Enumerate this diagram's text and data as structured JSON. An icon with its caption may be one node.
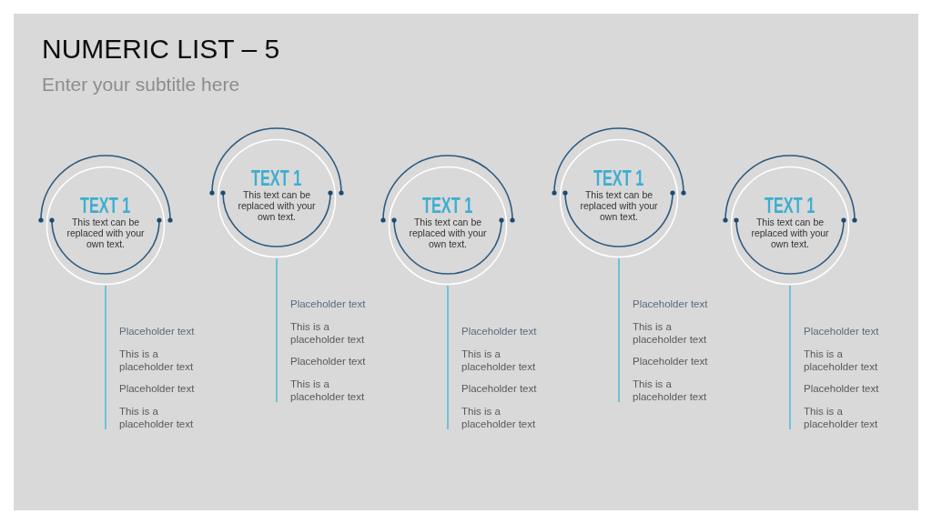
{
  "diagram": {
    "title": "NUMERIC LIST – 5",
    "nodes": [
      {
        "text": [
          "TEXT 1",
          "This text can be replaced with your own text."
        ],
        "beside": [
          "Placeholder text",
          "This is a placeholder text",
          "Placeholder text",
          "This is a placeholder text"
        ]
      },
      {
        "text": [
          "TEXT 1",
          "This text can be replaced with your own text."
        ],
        "beside": [
          "Placeholder text",
          "This is a placeholder text",
          "Placeholder text",
          "This is a placeholder text"
        ]
      },
      {
        "text": [
          "TEXT 1",
          "This text can be replaced with your own text."
        ],
        "beside": [
          "Placeholder text",
          "This is a placeholder text",
          "Placeholder text",
          "This is a placeholder text"
        ]
      },
      {
        "text": [
          "TEXT 1",
          "This text can be replaced with your own text."
        ],
        "beside": [
          "Placeholder text",
          "This is a placeholder text",
          "Placeholder text",
          "This is a placeholder text"
        ]
      },
      {
        "text": [
          "TEXT 1",
          "This text can be replaced with your own text."
        ],
        "beside": [
          "Placeholder text",
          "This is a placeholder text",
          "Placeholder text",
          "This is a placeholder text"
        ]
      }
    ],
    "edges": [
      {
        "from": 0,
        "to": null,
        "arrow": "none"
      },
      {
        "from": 1,
        "to": null,
        "arrow": "none"
      },
      {
        "from": 2,
        "to": null,
        "arrow": "none"
      },
      {
        "from": 3,
        "to": null,
        "arrow": "none"
      },
      {
        "from": 4,
        "to": null,
        "arrow": "none"
      }
    ],
    "labels": [
      "Enter your subtitle here"
    ]
  }
}
